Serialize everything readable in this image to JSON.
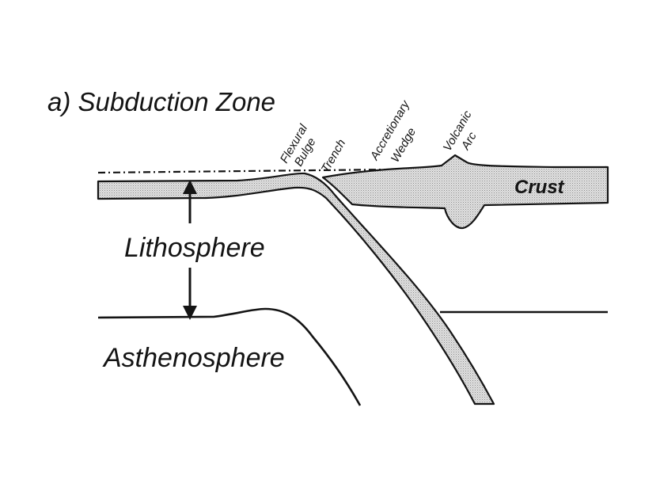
{
  "title": "a) Subduction Zone",
  "labels": {
    "flexural_bulge": [
      "Flexural",
      "Bulge"
    ],
    "trench": "Trench",
    "accretionary_wedge": [
      "Accretionary",
      "Wedge"
    ],
    "volcanic_arc": [
      "Volcanic",
      "Arc"
    ],
    "crust": "Crust",
    "lithosphere": "Lithosphere",
    "asthenosphere": "Asthenosphere"
  },
  "colors": {
    "ink": "#141414",
    "stipple_fill": "#e3e3e3",
    "background": "#ffffff"
  }
}
